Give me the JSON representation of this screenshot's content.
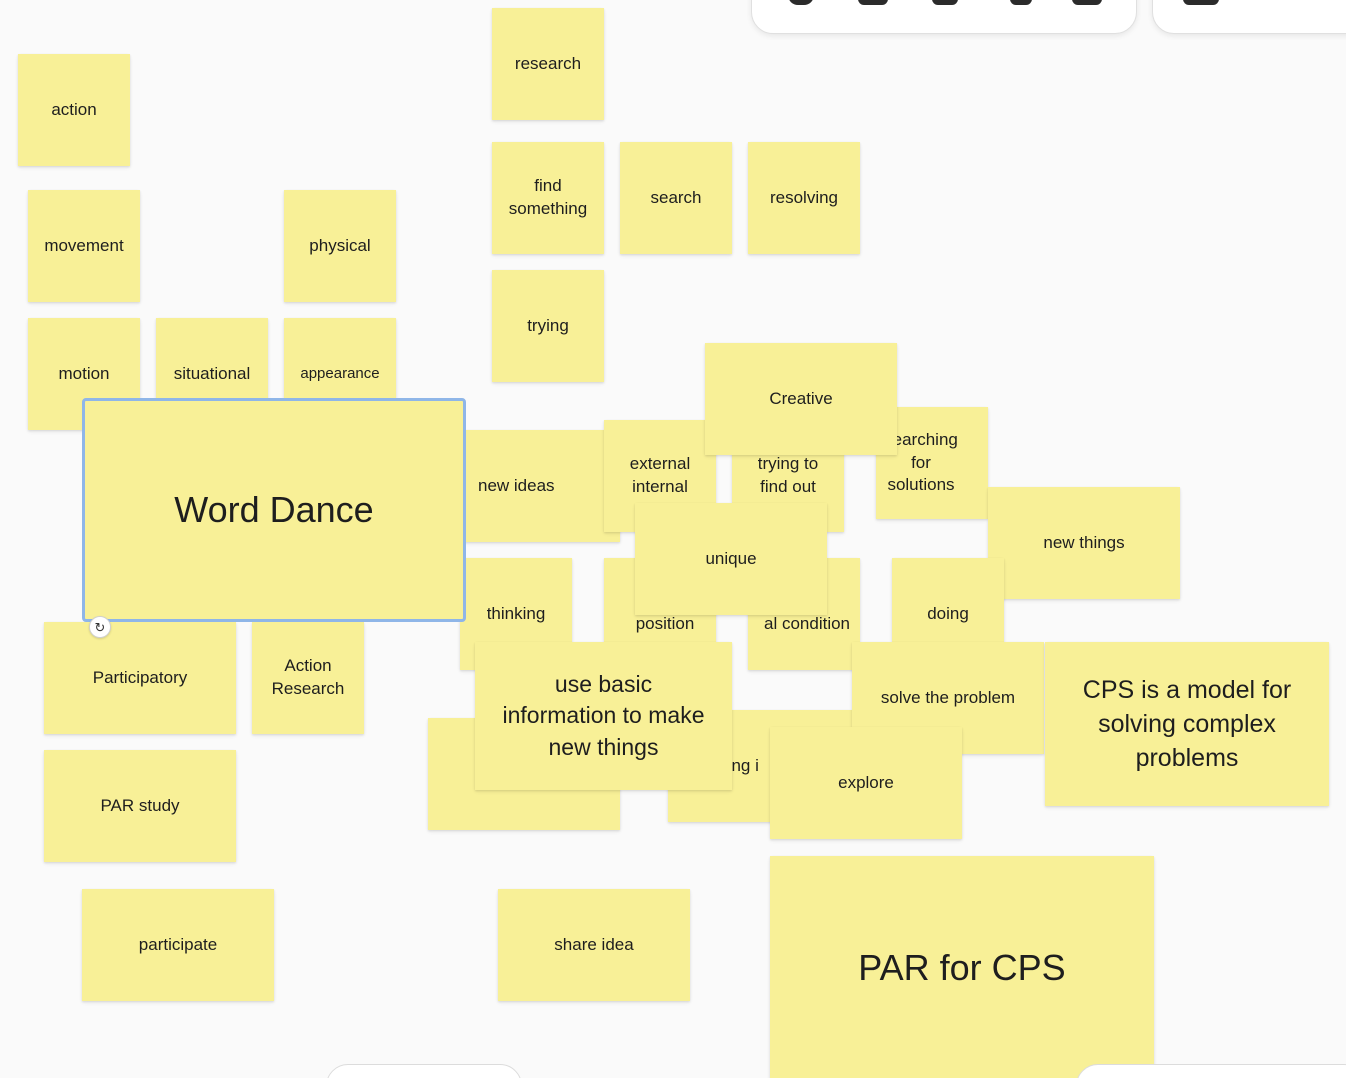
{
  "notes": {
    "research": "research",
    "action": "action",
    "find_something": "find something",
    "search": "search",
    "resolving": "resolving",
    "movement": "movement",
    "physical": "physical",
    "trying": "trying",
    "motion": "motion",
    "situational": "situational",
    "appearance": "appearance",
    "creative": "Creative",
    "new_ideas": "new ideas",
    "external_internal": "external internal",
    "trying_to_find_out": "trying to find out",
    "searching_for_solutions": "searching for solutions",
    "word_dance": "Word Dance",
    "new_things": "new things",
    "unique": "unique",
    "thinking": "thinking",
    "ch_position": "ch position",
    "al_condition": "al condition",
    "doing": "doing",
    "participatory": "Participatory",
    "action_research": "Action Research",
    "use_basic_info": "use basic information to make new things",
    "solve_the_problem": "solve the problem",
    "cps_model": "CPS is a model for solving complex problems",
    "ring_i": "ring i",
    "explore": "explore",
    "par_study": "PAR study",
    "participate": "participate",
    "share_idea": "share idea",
    "par_for_cps": "PAR for CPS"
  },
  "icons": {
    "rotate": "↻",
    "toolbar": [
      "circle-tool-icon",
      "sticky-note-tool-icon",
      "shapes-tool-icon",
      "pen-tool-icon",
      "frame-tool-icon"
    ],
    "toolbar_right": [
      "panel-icon",
      "record-icon"
    ]
  },
  "colors": {
    "note": "#f8f097",
    "selection": "#8fb6e8",
    "record": "#e0363c",
    "canvas": "#fafafa"
  }
}
